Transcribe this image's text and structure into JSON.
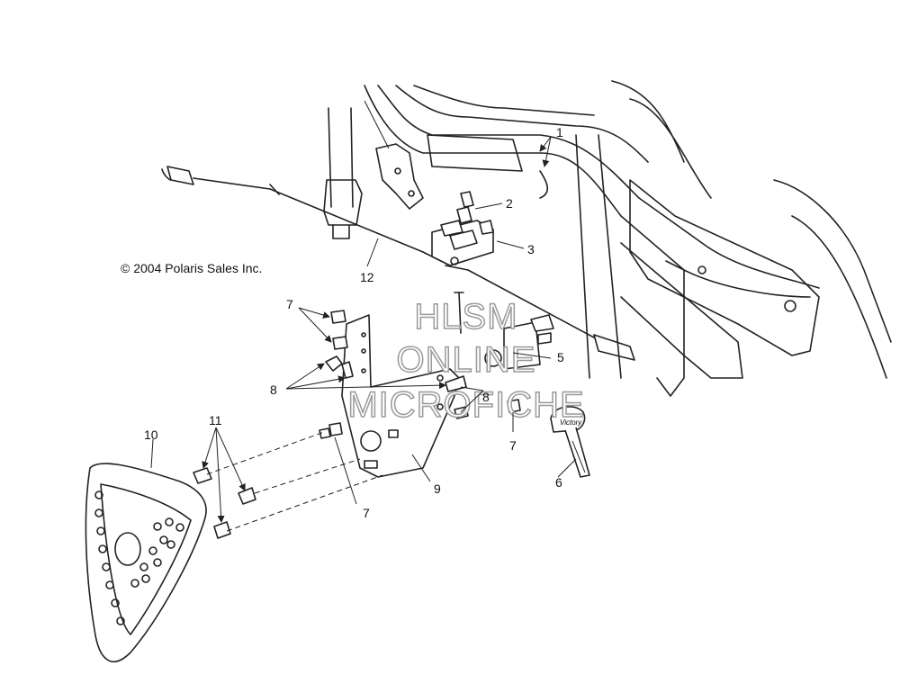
{
  "copyright": "© 2004 Polaris Sales Inc.",
  "watermark": {
    "line1": "HLSM",
    "line2": "ONLINE",
    "line3": "MICROFICHE"
  },
  "callouts": {
    "c1": "1",
    "c2": "2",
    "c3": "3",
    "c5": "5",
    "c6": "6",
    "c7a": "7",
    "c7b": "7",
    "c7c": "7",
    "c8a": "8",
    "c8b": "8",
    "c9": "9",
    "c10": "10",
    "c11": "11",
    "c12": "12"
  },
  "key_brand": "Victory"
}
